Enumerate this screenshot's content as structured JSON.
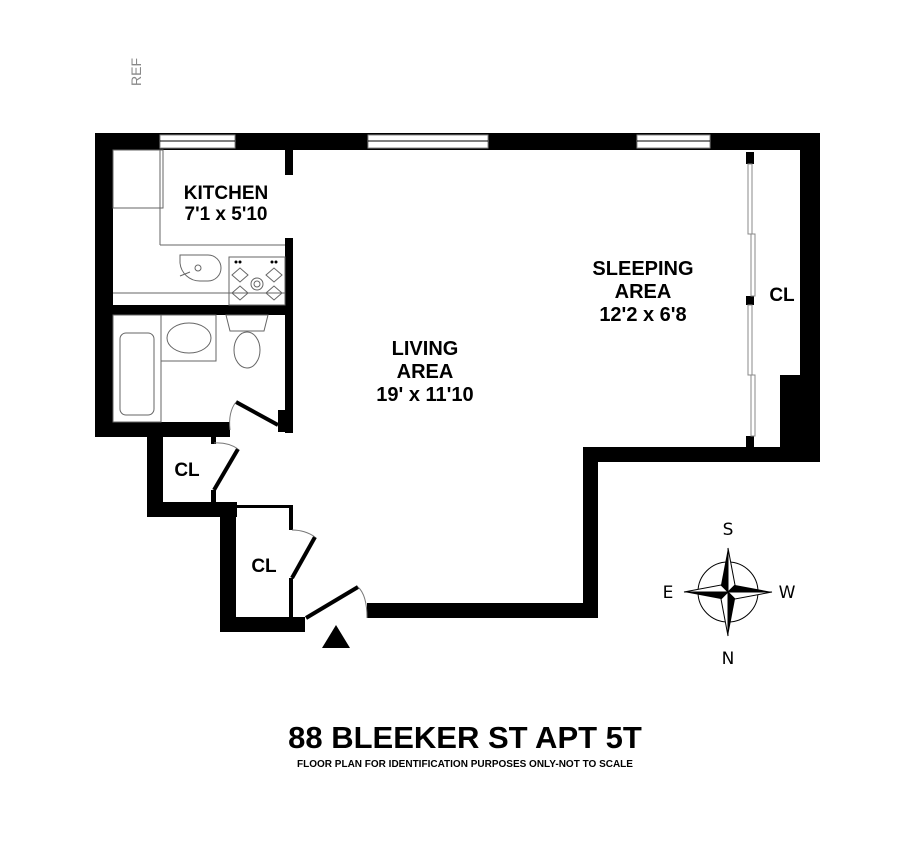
{
  "rooms": {
    "kitchen": {
      "name": "KITCHEN",
      "size": "7'1 x 5'10"
    },
    "living": {
      "name_line1": "LIVING",
      "name_line2": "AREA",
      "size": "19' x 11'10"
    },
    "sleeping": {
      "name_line1": "SLEEPING",
      "name_line2": "AREA",
      "size": "12'2 x 6'8"
    },
    "closet_sleeping": "CL",
    "closet_1": "CL",
    "closet_2": "CL",
    "ref": "REF"
  },
  "compass": {
    "north": "N",
    "south": "S",
    "east": "E",
    "west": "W"
  },
  "title": "88 BLEEKER ST APT 5T",
  "disclaimer": "FLOOR PLAN FOR IDENTIFICATION PURPOSES ONLY-NOT TO SCALE"
}
